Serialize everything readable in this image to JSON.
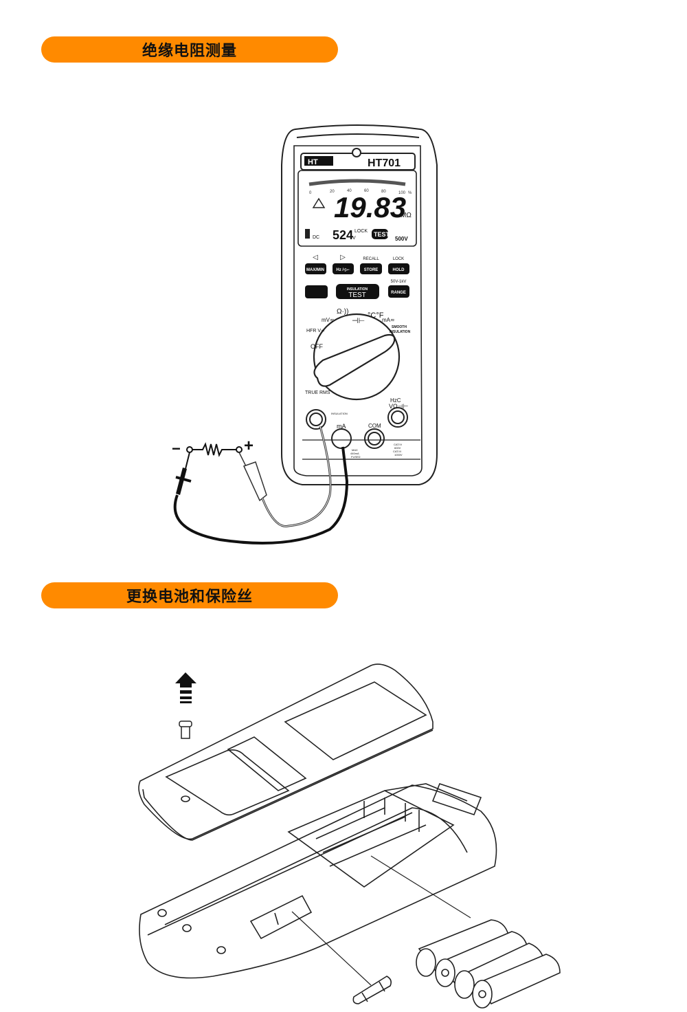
{
  "sections": [
    {
      "title": "绝缘电阻测量"
    },
    {
      "title": "更换电池和保险丝"
    }
  ],
  "meter": {
    "brand": "HT",
    "model": "HT701",
    "bargraph_ticks": [
      "0",
      "20",
      "40",
      "60",
      "80",
      "100",
      "%"
    ],
    "main_reading": "19.83",
    "main_unit": "MΩ",
    "sub_reading": "524",
    "sub_unit": "V",
    "lock_label": "LOCK",
    "test_badge": "TEST",
    "test_voltage": "500V",
    "dc_label": "DC",
    "buttons": {
      "row1": [
        {
          "top": "◁",
          "label": "MAX/MIN"
        },
        {
          "top": "▷",
          "label": "Hz /-▷-"
        },
        {
          "top": "RECALL",
          "label": "STORE"
        },
        {
          "top": "LOCK",
          "label": "HOLD"
        }
      ],
      "row2": [
        {
          "top": "",
          "label": ""
        },
        {
          "top": "INSULATION",
          "label": "TEST"
        },
        {
          "top": "50V-1kV",
          "label": "RANGE"
        }
      ]
    },
    "dial_positions": [
      "OFF",
      "HFR V≂",
      "mV≂",
      "Ω·)) ▷|",
      "⊣⊢",
      "°C°F",
      "mA≂",
      "SMOOTH INSULATION"
    ],
    "terminals": {
      "true_rms": "TRUE RMS",
      "insulation": "INSULATION",
      "ma": "mA",
      "com": "COM",
      "volt": "HzC VΩ⊣⊢",
      "fuse_note": "MAX 440mA FUSED",
      "cat_note": "CAT.IV 600V CAT.III 1000V"
    }
  },
  "circuit": {
    "minus": "−",
    "plus": "+"
  }
}
